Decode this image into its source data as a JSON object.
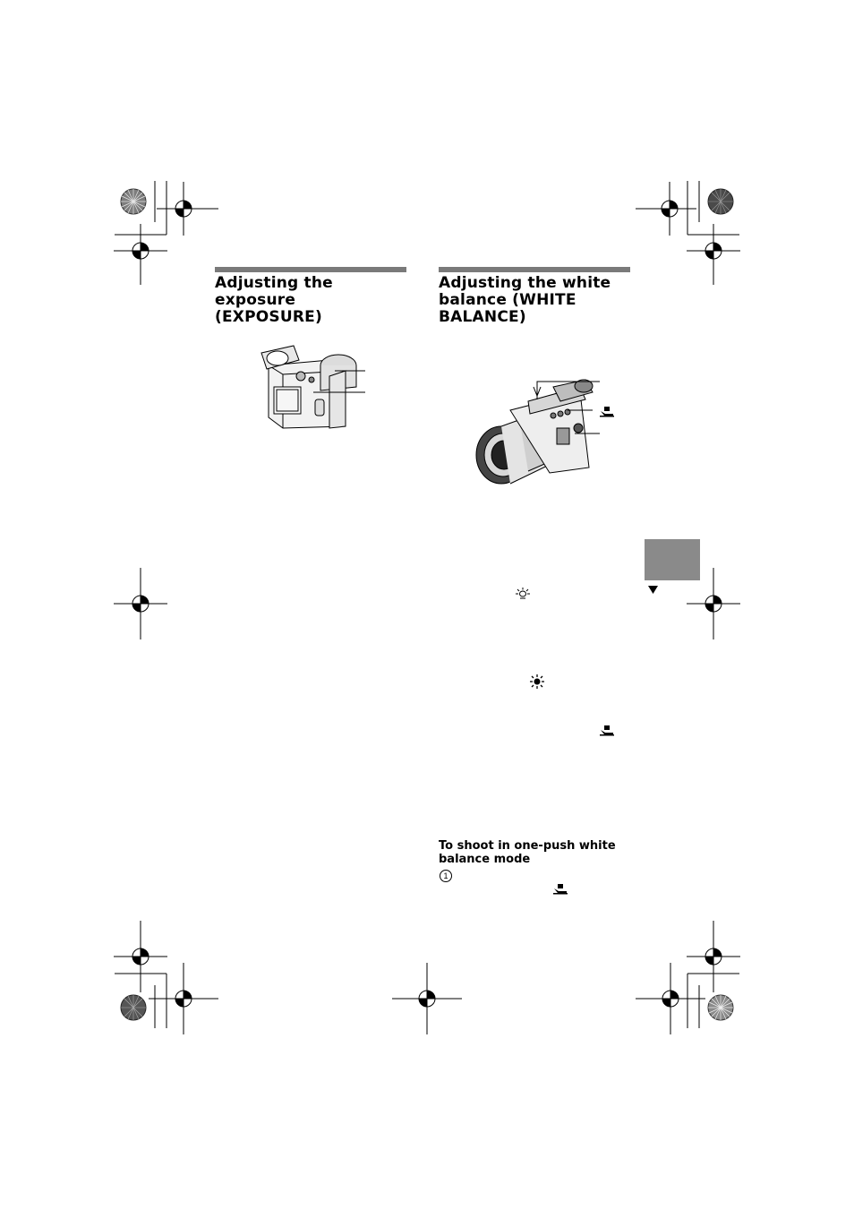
{
  "left_section": {
    "title": "Adjusting the\nexposure\n(EXPOSURE)"
  },
  "right_section": {
    "title": "Adjusting the white\nbalance (WHITE\nBALANCE)",
    "subsection_title": "To shoot in one-push white\nbalance mode",
    "step_number": "1"
  },
  "colors": {
    "rule": "#7a7a7a",
    "tab": "#8a8a8a"
  },
  "icons": [
    "crop-mark-icon",
    "registration-target-icon",
    "color-bar-wheel-icon",
    "camera-illustration",
    "fluorescent-lamp-icon",
    "sun-icon",
    "one-push-white-balance-icon",
    "continue-arrow-icon"
  ]
}
